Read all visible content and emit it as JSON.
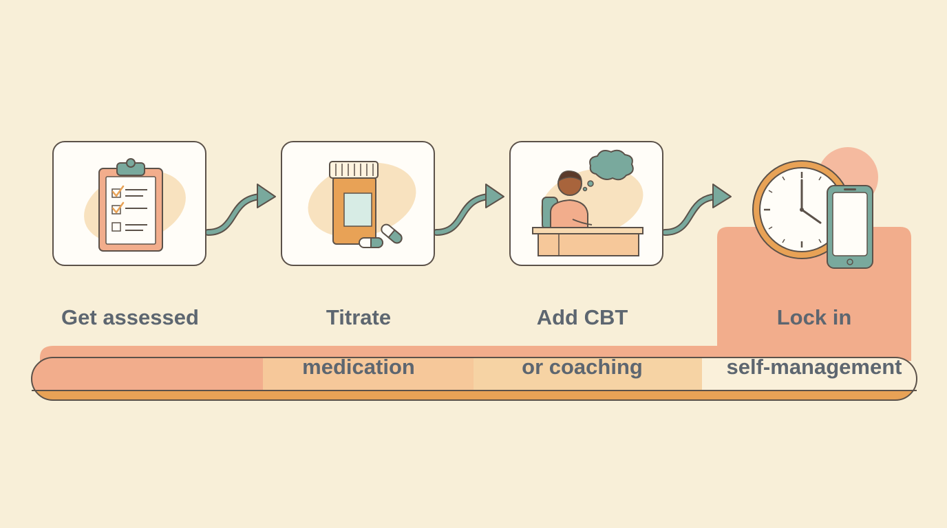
{
  "colors": {
    "background": "#f8efd8",
    "salmon": "#f2ad8c",
    "orange": "#e8a256",
    "teal": "#79a99d",
    "outline": "#5b5149",
    "label_text": "#5d6670"
  },
  "steps": [
    {
      "label_line1": "Get assessed",
      "label_line2": "",
      "icon": "clipboard-checklist-icon"
    },
    {
      "label_line1": "Titrate",
      "label_line2": "medication",
      "icon": "pill-bottle-icon"
    },
    {
      "label_line1": "Add CBT",
      "label_line2": "or coaching",
      "icon": "person-at-desk-icon"
    },
    {
      "label_line1": "Lock in",
      "label_line2": "self-management",
      "icon": "clock-and-phone-icon"
    }
  ],
  "progress": {
    "segments": 4,
    "filled_fraction": 0.75
  }
}
